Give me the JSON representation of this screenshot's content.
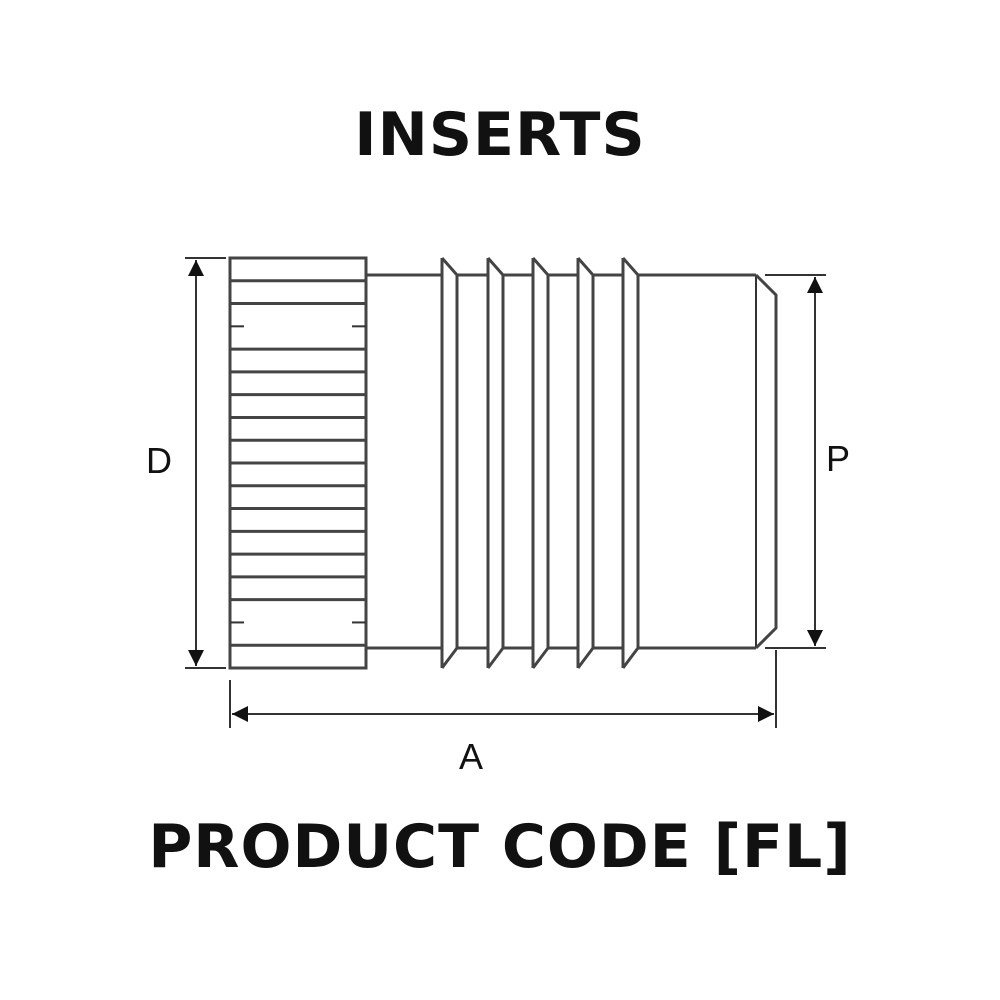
{
  "title": "INSERTS",
  "product_code": "PRODUCT CODE [FL]",
  "dimensions": {
    "d": "D",
    "p": "P",
    "a": "A"
  },
  "barb_count": 5,
  "knurl_lines": 18
}
